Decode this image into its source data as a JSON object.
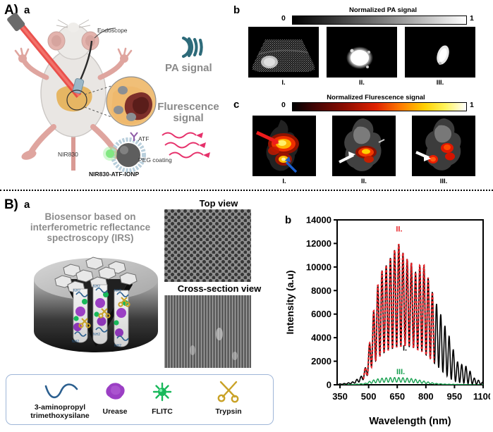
{
  "figure": {
    "panelA_letter": "A)",
    "panelA_sub_a": "a",
    "panelA_sub_b": "b",
    "panelA_sub_c": "c",
    "panelB_letter": "B)",
    "panelB_sub_a": "a",
    "panelB_sub_b": "b"
  },
  "panelAa": {
    "endoscope_label": "Endoscope",
    "nir830_label": "NIR830",
    "atf_label": "ATF",
    "peg_label": "PEG coating",
    "nanoparticle_label": "NIR830-ATF-IONP",
    "pa_signal_label": "PA signal",
    "fluorescence_label_line1": "Flurescence",
    "fluorescence_label_line2": "signal",
    "colors": {
      "laser_red": "#e8433f",
      "pa_icon_teal": "#2e6b7a",
      "fluor_pink": "#e6316b",
      "gray_text": "#8a8a8a",
      "atf_purple": "#7b3f8f",
      "nir_green": "#4bd14b"
    }
  },
  "panelAb": {
    "colorbar_title": "Normalized PA signal",
    "min_label": "0",
    "max_label": "1",
    "colormap": "grayscale",
    "images": [
      {
        "roman": "I.",
        "description": "broad diffuse PA signal across sector"
      },
      {
        "roman": "II.",
        "description": "bright compact central PA hotspot"
      },
      {
        "roman": "III.",
        "description": "small elongated PA hotspot"
      }
    ]
  },
  "panelAc": {
    "colorbar_title": "Normalized Flurescence signal",
    "min_label": "0",
    "max_label": "1",
    "colormap": "hot",
    "images": [
      {
        "roman": "I.",
        "description": "strong yellow-red fluorescence with red and blue arrows"
      },
      {
        "roman": "II.",
        "description": "moderate fluorescence with white arrow"
      },
      {
        "roman": "III.",
        "description": "small red fluorescence spots with white arrow"
      }
    ]
  },
  "panelBa": {
    "title_line1": "Biosensor based on",
    "title_line2": "interferometric reflectance",
    "title_line3": "spectroscopy (IRS)",
    "top_view_label": "Top view",
    "cross_section_label": "Cross-section view",
    "legend": [
      {
        "name": "3-aminopropyl\ntrimethoxysilane",
        "label_line1": "3-aminopropyl",
        "label_line2": "trimethoxysilane",
        "icon": "squiggle-icon",
        "color": "#2b5f8f"
      },
      {
        "name": "Urease",
        "label_line1": "Urease",
        "label_line2": "",
        "icon": "blob-icon",
        "color": "#9b3fc4"
      },
      {
        "name": "FLITC",
        "label_line1": "FLITC",
        "label_line2": "",
        "icon": "starburst-icon",
        "color": "#18b85a"
      },
      {
        "name": "Trypsin",
        "label_line1": "Trypsin",
        "label_line2": "",
        "icon": "scissors-icon",
        "color": "#c9a227"
      }
    ]
  },
  "chart_data": {
    "type": "line",
    "title": "",
    "xlabel": "Wavelength (nm)",
    "ylabel": "Intensity (a.u)",
    "xlim": [
      335,
      1100
    ],
    "ylim": [
      0,
      14000
    ],
    "xticks": [
      350,
      500,
      650,
      800,
      950,
      1100
    ],
    "yticks": [
      0,
      2000,
      4000,
      6000,
      8000,
      10000,
      12000,
      14000
    ],
    "grid": false,
    "legend_position": "inline-annotations",
    "annotations": [
      {
        "text": "II.",
        "x": 660,
        "y": 13000,
        "color": "#e8262b"
      },
      {
        "text": "I.",
        "x": 690,
        "y": 2900,
        "color": "#000000"
      },
      {
        "text": "III.",
        "x": 668,
        "y": 900,
        "color": "#18a050"
      }
    ],
    "series": [
      {
        "name": "I.",
        "color": "#000000",
        "style": "solid",
        "description": "Black interference fringe spectrum, envelope peaks near 660 nm at ~12000 a.u with oscillations decaying to ~0 by 1100 nm",
        "envelope_x": [
          340,
          380,
          420,
          460,
          490,
          510,
          540,
          570,
          600,
          630,
          660,
          690,
          720,
          750,
          780,
          810,
          840,
          870,
          900,
          930,
          960,
          990,
          1020,
          1050,
          1080,
          1100
        ],
        "envelope_upper": [
          60,
          120,
          260,
          700,
          1700,
          4200,
          8000,
          9700,
          10300,
          11300,
          12000,
          10800,
          10500,
          9400,
          10600,
          9200,
          7500,
          6300,
          5000,
          3800,
          2000,
          1700,
          1500,
          600,
          350,
          200
        ],
        "envelope_lower": [
          20,
          50,
          110,
          280,
          700,
          1400,
          2100,
          2600,
          2900,
          3100,
          3250,
          3300,
          3200,
          3050,
          2800,
          2400,
          1900,
          1400,
          900,
          500,
          250,
          150,
          100,
          60,
          40,
          20
        ],
        "fringe_period_nm": 22
      },
      {
        "name": "II.",
        "color": "#e8262b",
        "style": "dashed-overlay",
        "description": "Red dashed fit overlaying series I from ~490 to ~840 nm",
        "x_range": [
          470,
          845
        ]
      },
      {
        "name": "III.",
        "color": "#18a050",
        "style": "solid",
        "description": "Green low-amplitude fringe spectrum, peak ~600 a.u around 650 nm",
        "envelope_x": [
          340,
          420,
          480,
          510,
          540,
          570,
          600,
          640,
          680,
          720,
          760,
          800,
          850,
          900,
          1000,
          1100
        ],
        "envelope_upper": [
          10,
          30,
          120,
          330,
          480,
          560,
          600,
          620,
          600,
          540,
          430,
          280,
          120,
          60,
          25,
          10
        ],
        "envelope_lower": [
          5,
          15,
          50,
          120,
          170,
          200,
          220,
          230,
          220,
          190,
          150,
          100,
          50,
          25,
          10,
          5
        ],
        "fringe_period_nm": 22
      }
    ]
  }
}
